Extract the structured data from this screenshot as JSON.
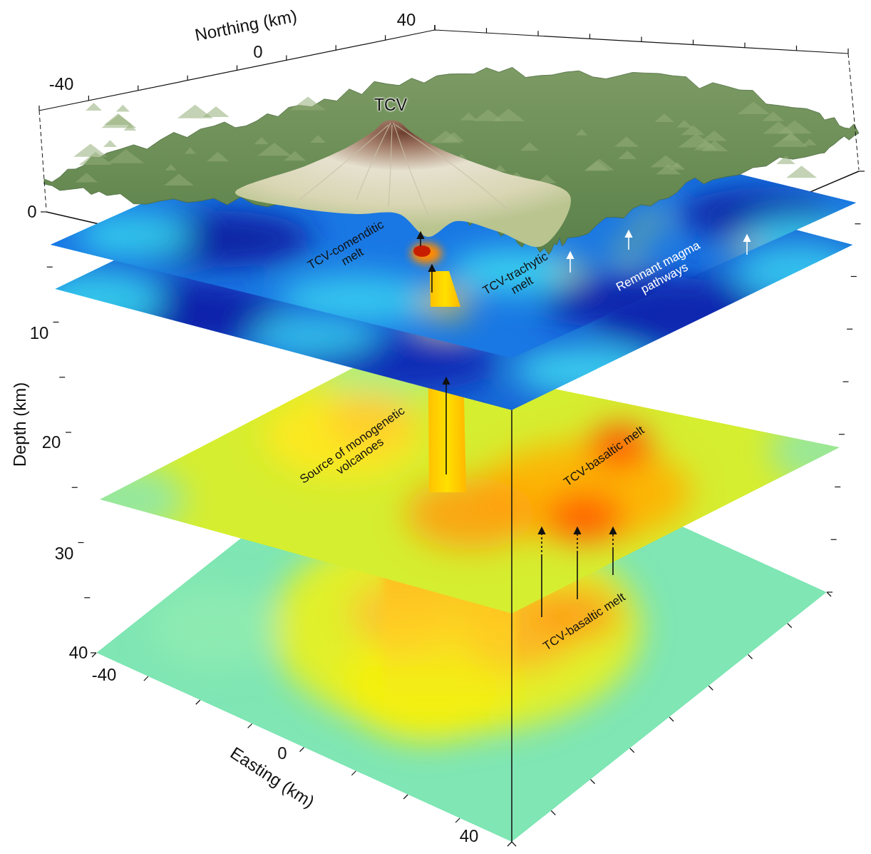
{
  "diagram": {
    "labels": [
      "Northing (km)",
      "40",
      "0",
      "-40",
      "TCV",
      "0",
      "10",
      "20",
      "30",
      "40",
      "Depth (km)",
      "-40",
      "0",
      "40",
      "Easting (km)",
      "TCV-comenditic melt",
      "TCV-trachytic melt",
      "Remnant magma pathways",
      "Source of monogenetic volcanoes",
      "TCV-basaltic melt",
      "TCV-basaltic melt"
    ]
  }
}
